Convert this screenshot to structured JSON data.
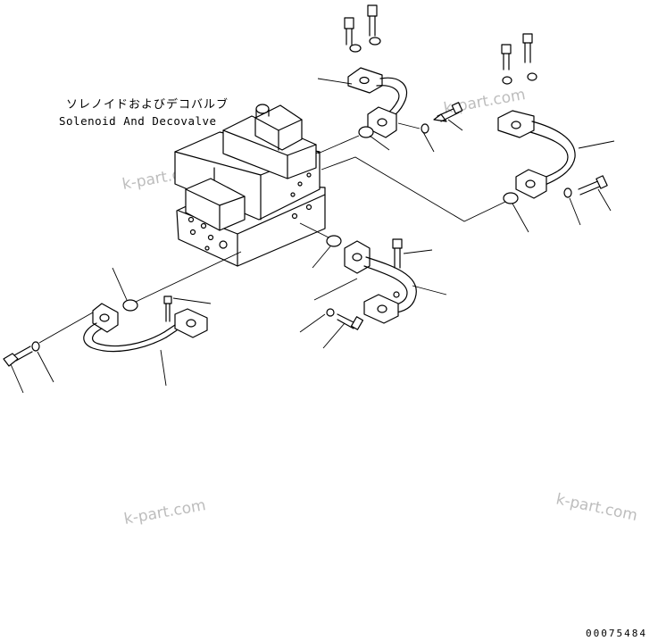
{
  "labels": {
    "component_jp": "ソレノイドおよびデコバルブ",
    "component_en": "Solenoid And Decovalve"
  },
  "watermarks": [
    "k-part.com",
    "k-part.com",
    "k-part.com",
    "k-part.com"
  ],
  "drawing_number": "00075484"
}
